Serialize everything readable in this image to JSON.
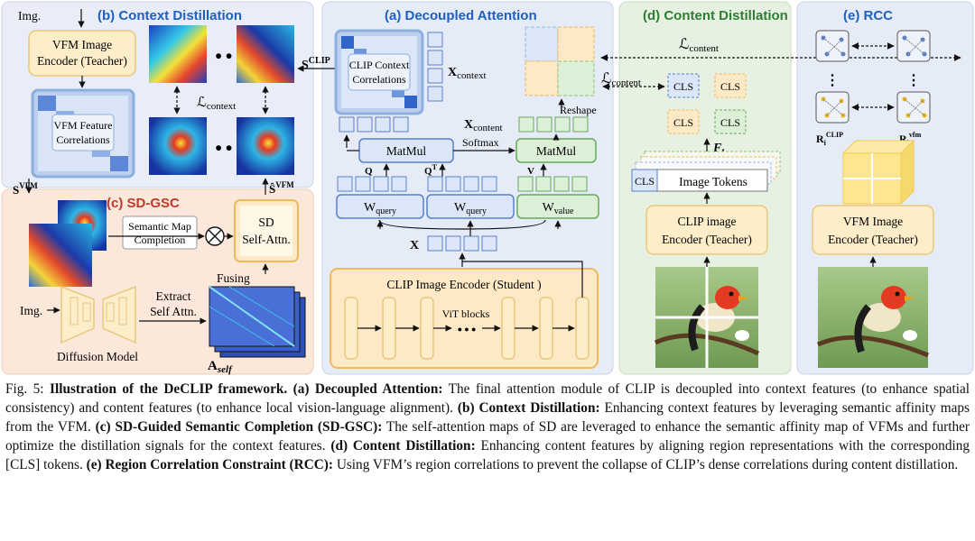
{
  "panels": {
    "b": {
      "title": "(b) Context Distillation"
    },
    "a": {
      "title": "(a) Decoupled Attention"
    },
    "d": {
      "title": "(d) Content Distillation"
    },
    "e": {
      "title": "(e) RCC"
    },
    "c": {
      "title": "(c) SD-GSC"
    }
  },
  "labels": {
    "img": "Img.",
    "vfm_encoder_teacher": "VFM Image Encoder (Teacher)",
    "vfm_feature_correlations": "VFM Feature Correlations",
    "s_clip": "S",
    "s_clip_sup": "CLIP",
    "s_vfm": "S",
    "s_vfm_sup": "VFM",
    "s_hat_vfm": "Ŝ",
    "s_hat_vfm_sup": "VFM",
    "l_context": "ℒ",
    "l_context_sub": "context",
    "l_content": "ℒ",
    "l_content_sub": "content",
    "semantic_map_completion": "Semantic Map Completion",
    "sd_self_attn": "SD Self-Attn.",
    "fusing": "Fusing",
    "extract_self_attn": "Extract Self Attn.",
    "diffusion_model": "Diffusion Model",
    "a_self": "A",
    "a_self_sub": "self",
    "clip_context_correlations": "CLIP Context Correlations",
    "x_context": "X",
    "x_context_sub": "context",
    "x_content": "X",
    "x_content_sub": "content",
    "reshape": "Reshape",
    "softmax": "Softmax",
    "matmul": "MatMul",
    "q": "Q",
    "qt": "Q",
    "qt_sup": "T",
    "v": "V",
    "w": "W",
    "w_query_sub": "query",
    "w_value_sub": "value",
    "x": "X",
    "clip_encoder_student": "CLIP Image Encoder (Student )",
    "vit_blocks": "ViT blocks",
    "cls": "CLS",
    "image_tokens": "Image Tokens",
    "f_t": "F",
    "f_t_sub": "t",
    "clip_encoder_teacher": "CLIP image Encoder (Teacher)",
    "r_clip": "R",
    "r_clip_sub": "i",
    "r_clip_sup": "CLIP",
    "r_vfm": "R",
    "r_vfm_sub": "i",
    "r_vfm_sup": "vfm",
    "ellipsis": "⋮",
    "dots": "● ● ●"
  },
  "caption": {
    "fig": "Fig. 5:",
    "title": "Illustration of the DeCLIP framework.",
    "a_label": "(a) Decoupled Attention:",
    "a_text": "The final attention module of CLIP is decoupled into context features (to enhance spatial consistency) and content features (to enhance local vision-language alignment).",
    "b_label": "(b) Context Distillation:",
    "b_text": "Enhancing context features by leveraging semantic affinity maps from the VFM.",
    "c_label": "(c) SD-Guided Semantic Completion (SD-GSC):",
    "c_text": "The self-attention maps of SD are leveraged to enhance the semantic affinity map of VFMs and further optimize the distillation signals for the context features.",
    "d_label": "(d) Content Distillation:",
    "d_text": "Enhancing content features by aligning region representations with the corresponding [CLS] tokens.",
    "e_label": "(e) Region Correlation Constraint (RCC):",
    "e_text": "Using VFM’s region correlations to prevent the collapse of CLIP’s dense correlations during content distillation."
  },
  "colors": {
    "panel_blue": "#e6ecf7",
    "panel_green": "#e8f2e4",
    "panel_orange": "#fbe6d6",
    "box_yellow": "#fdeec9",
    "box_blue": "#dbe7f8",
    "box_green": "#dcefd7",
    "title_blue": "#1f5fbf",
    "title_green": "#2e7d32",
    "title_red": "#c0392b"
  }
}
